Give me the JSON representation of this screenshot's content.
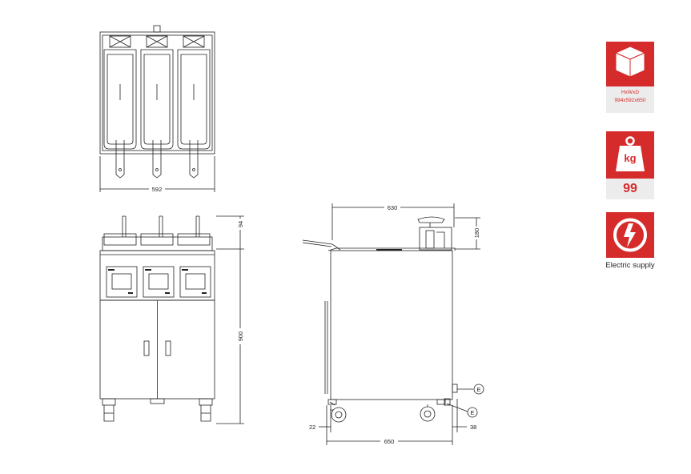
{
  "dimensions": {
    "top_width": "592",
    "front_top_height": "94",
    "front_height": "900",
    "side_top_depth": "630",
    "side_top_height": "180",
    "side_front_offset": "22",
    "side_depth": "650",
    "side_back_offset": "38",
    "connection_mark": "E"
  },
  "badges": {
    "size": {
      "unit_icon": "mm",
      "label": "HxWxD",
      "value": "994x592x650"
    },
    "weight": {
      "unit_icon": "kg",
      "value": "99"
    },
    "electric": {
      "label": "Electric supply"
    }
  },
  "colors": {
    "accent": "#d62b2b",
    "badge_bg": "#ececec",
    "line": "#222222"
  }
}
